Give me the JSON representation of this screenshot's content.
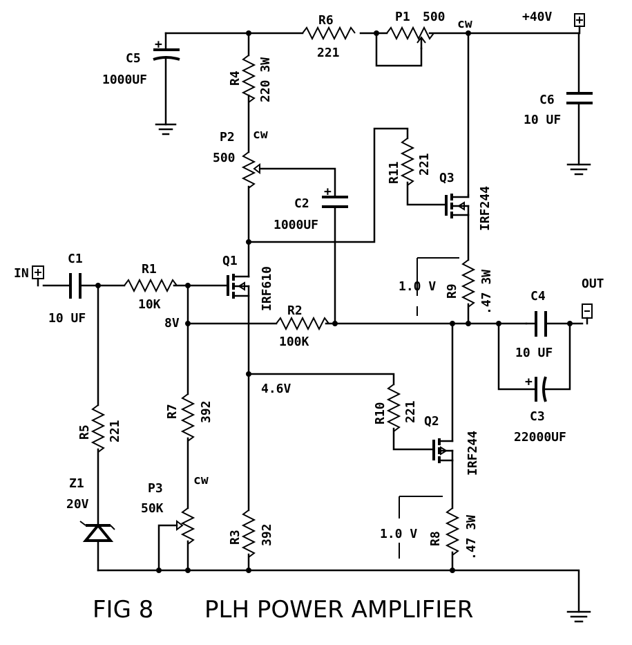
{
  "caption": {
    "fig": "FIG 8",
    "title": "PLH POWER AMPLIFIER"
  },
  "terminals": {
    "in": "IN",
    "out": "OUT",
    "supply": "+40V",
    "plus_symbol": "+",
    "minus_symbol": "-"
  },
  "resistors": {
    "r1": {
      "ref": "R1",
      "value": "10K"
    },
    "r2": {
      "ref": "R2",
      "value": "100K"
    },
    "r3": {
      "ref": "R3",
      "value": "392"
    },
    "r4": {
      "ref": "R4",
      "value": "220 3W"
    },
    "r5": {
      "ref": "R5",
      "value": "221"
    },
    "r6": {
      "ref": "R6",
      "value": "221"
    },
    "r7": {
      "ref": "R7",
      "value": "392"
    },
    "r8": {
      "ref": "R8",
      "value": ".47 3W"
    },
    "r9": {
      "ref": "R9",
      "value": ".47 3W"
    },
    "r10": {
      "ref": "R10",
      "value": "221"
    },
    "r11": {
      "ref": "R11",
      "value": "221"
    }
  },
  "capacitors": {
    "c1": {
      "ref": "C1",
      "value": "10 UF"
    },
    "c2": {
      "ref": "C2",
      "value": "1000UF"
    },
    "c3": {
      "ref": "C3",
      "value": "22000UF"
    },
    "c4": {
      "ref": "C4",
      "value": "10 UF"
    },
    "c5": {
      "ref": "C5",
      "value": "1000UF"
    },
    "c6": {
      "ref": "C6",
      "value": "10 UF"
    }
  },
  "pots": {
    "p1": {
      "ref": "P1",
      "value": "500",
      "cw": "cw"
    },
    "p2": {
      "ref": "P2",
      "value": "500",
      "cw": "cw"
    },
    "p3": {
      "ref": "P3",
      "value": "50K",
      "cw": "cw"
    }
  },
  "transistors": {
    "q1": {
      "ref": "Q1",
      "part": "IRF610"
    },
    "q2": {
      "ref": "Q2",
      "part": "IRF244"
    },
    "q3": {
      "ref": "Q3",
      "part": "IRF244"
    }
  },
  "zener": {
    "ref": "Z1",
    "value": "20V"
  },
  "annotations": {
    "v_gate_bias": "8V",
    "v_q1_source": "4.6V",
    "v_r9": "1.0 V",
    "v_r8": "1.0 V"
  }
}
